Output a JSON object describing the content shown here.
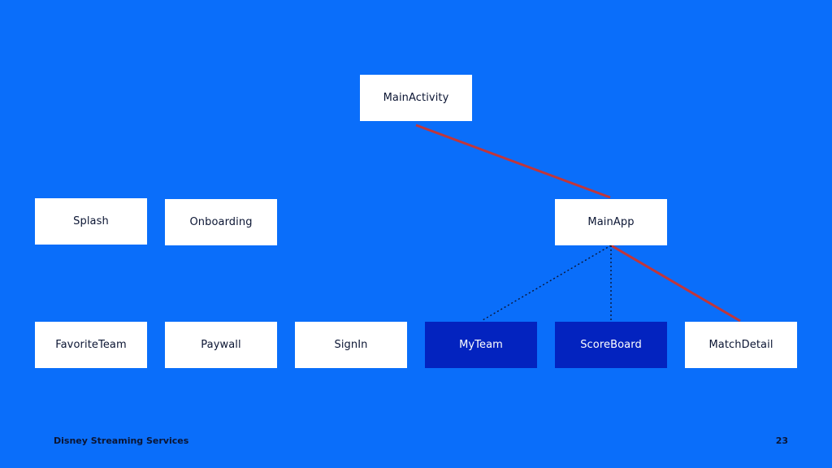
{
  "nodes": {
    "main_activity": "MainActivity",
    "splash": "Splash",
    "onboarding": "Onboarding",
    "main_app": "MainApp",
    "favorite_team": "FavoriteTeam",
    "paywall": "Paywall",
    "sign_in": "SignIn",
    "my_team": "MyTeam",
    "score_board": "ScoreBoard",
    "match_detail": "MatchDetail"
  },
  "edges": [
    {
      "from": "MainActivity",
      "to": "MainApp",
      "style": "solid"
    },
    {
      "from": "MainApp",
      "to": "MatchDetail",
      "style": "solid"
    },
    {
      "from": "MainApp",
      "to": "MyTeam",
      "style": "dotted"
    },
    {
      "from": "MainApp",
      "to": "ScoreBoard",
      "style": "dotted"
    }
  ],
  "colors": {
    "background": "#0a6efa",
    "node_fill": "#ffffff",
    "node_highlight_fill": "#0323bf",
    "solid_edge": "#c0363b",
    "dotted_edge": "#0b1533"
  },
  "footer": {
    "brand": "Disney Streaming Services",
    "page_number": "23"
  }
}
